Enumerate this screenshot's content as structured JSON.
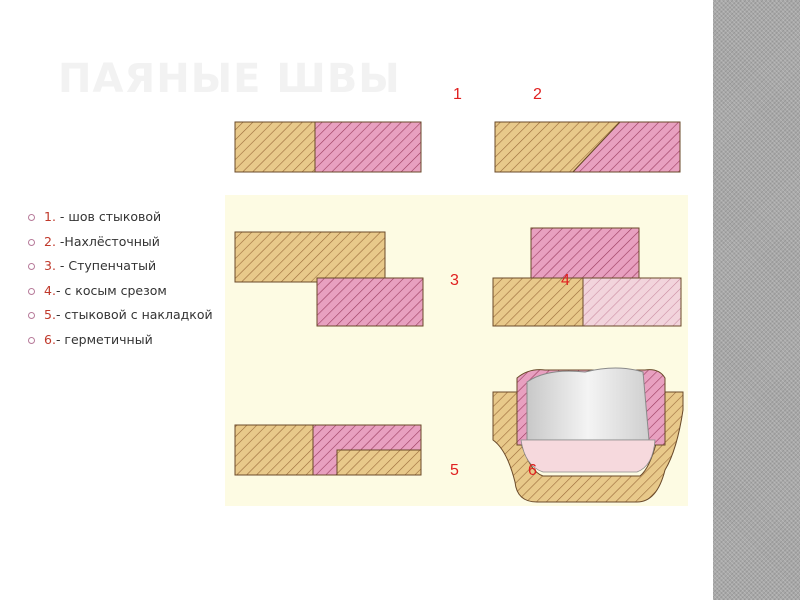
{
  "title": "ПАЯНЫЕ ШВЫ",
  "bullets": [
    {
      "num": "1.",
      "text": " - шов стыковой"
    },
    {
      "num": "2.",
      "text": " -Нахлёсточный"
    },
    {
      "num": "3.",
      "text": " - Ступенчатый"
    },
    {
      "num": "4.",
      "text": "- с косым срезом"
    },
    {
      "num": "5.",
      "text": "- стыковой с накладкой"
    },
    {
      "num": "6.",
      "text": "- герметичный"
    }
  ],
  "diagram": {
    "labels": [
      "1",
      "2",
      "3",
      "4",
      "5",
      "6"
    ],
    "colors": {
      "tan": "#e8c98a",
      "pink": "#e8a0c0",
      "hatch": "#9a3b5e",
      "outline": "#6a4a2a",
      "background": "#fdfbe3",
      "label": "#e02020"
    }
  }
}
